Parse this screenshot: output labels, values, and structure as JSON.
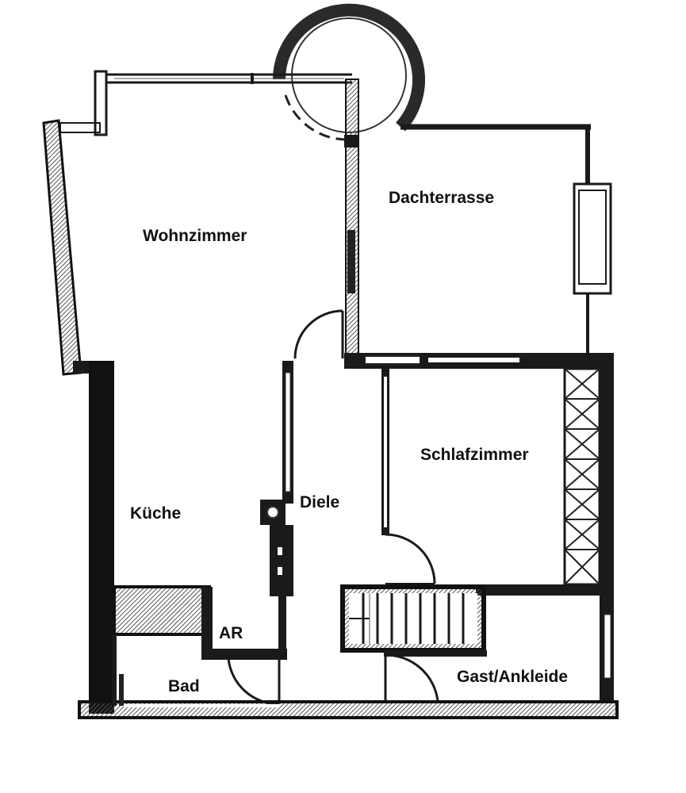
{
  "rooms": {
    "wohnzimmer": "Wohnzimmer",
    "dachterrasse": "Dachterrasse",
    "schlafzimmer": "Schlafzimmer",
    "kueche": "Küche",
    "diele": "Diele",
    "ar": "AR",
    "bad": "Bad",
    "gast": "Gast/Ankleide"
  },
  "colors": {
    "wall": "#141414",
    "line": "#1a1a1a",
    "hatch": "#555555",
    "background": "#ffffff"
  },
  "icons": [
    "stair-icon",
    "door-swing-icon",
    "window-icon",
    "wardrobe-icon",
    "bay-window-icon"
  ]
}
